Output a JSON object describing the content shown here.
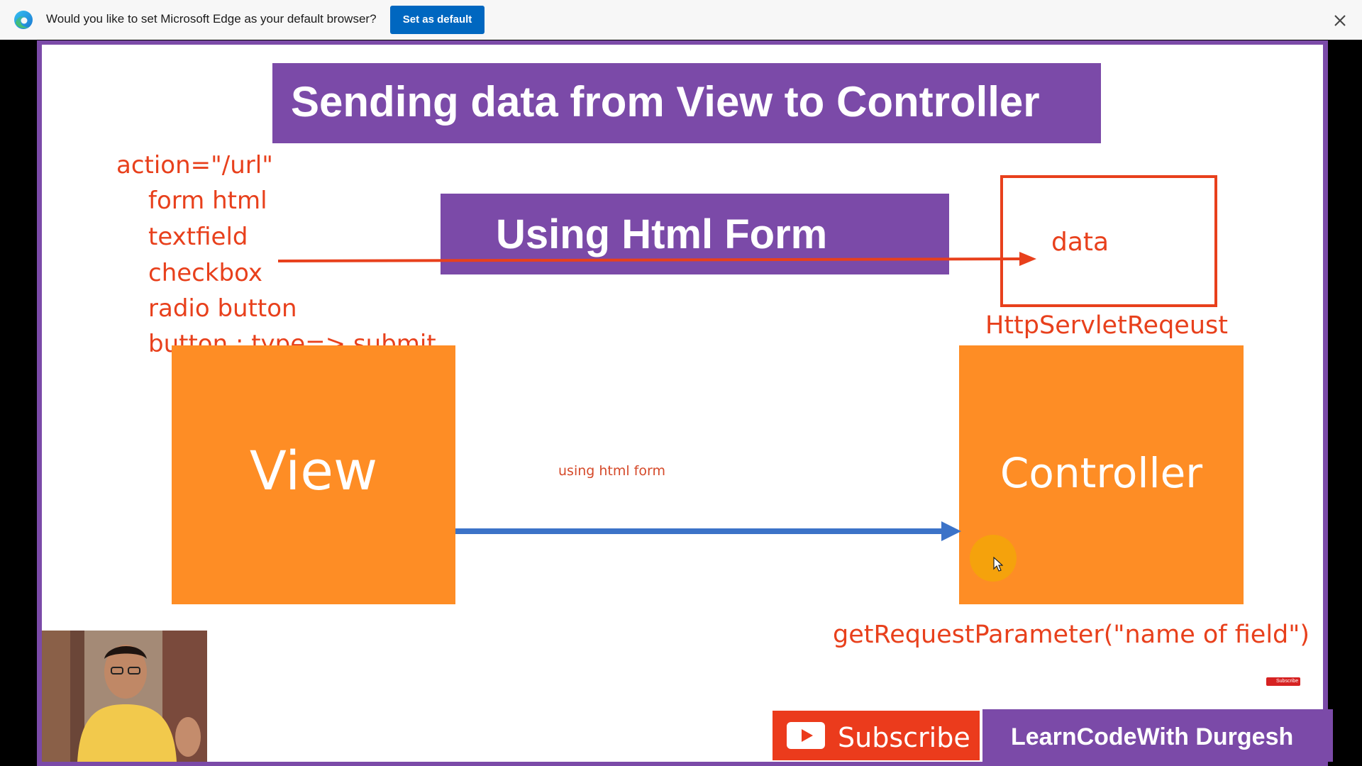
{
  "notification_bar": {
    "message": "Would you like to set Microsoft Edge as your default browser?",
    "set_default_label": "Set as default",
    "icons": [
      "edge-logo-icon",
      "close-icon"
    ]
  },
  "slide": {
    "title": "Sending data from View to Controller",
    "subtitle": "Using Html Form",
    "notes": [
      "action=\"/url\"",
      "form html",
      "textfield",
      "checkbox",
      "radio button",
      "button : type=> submit"
    ],
    "data_label": "data",
    "request_label": "HttpServletReqeust",
    "view_label": "View",
    "controller_label": "Controller",
    "arrow_caption": "using html form",
    "method_label": "getRequestParameter(\"name of field\")",
    "colors": {
      "purple": "#7b4aa8",
      "orange": "#fe8d25",
      "red": "#e8401c",
      "blue": "#3c73c8"
    }
  },
  "overlay": {
    "subscribe_label": "Subscribe",
    "channel_name": "LearnCodeWith Durgesh",
    "mini_badge_label": "Subscribe"
  }
}
